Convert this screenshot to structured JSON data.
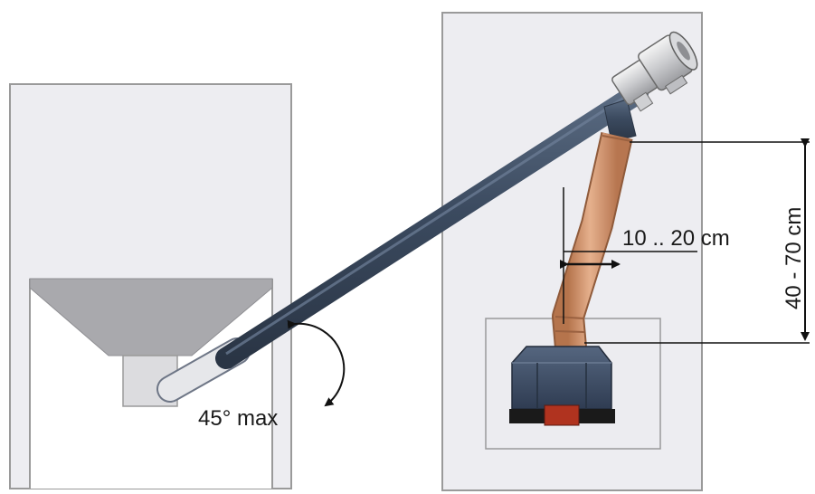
{
  "labels": {
    "angle": "45° max",
    "offset": "10 .. 20 cm",
    "height": "40 - 70 cm"
  },
  "colors": {
    "background": "#ffffff",
    "panel_fill": "#ededf1",
    "panel_stroke": "#8e8e8e",
    "hopper": "#a9a9ad",
    "conveyor_tube": "#3b4a5f",
    "conveyor_inner": "#e6e7ea",
    "copper_tube": "#c98a62",
    "burner_body": "#3a4a63",
    "burner_base": "#1a1a1a",
    "burner_accent": "#b0331f",
    "dimension_line": "#111111"
  }
}
